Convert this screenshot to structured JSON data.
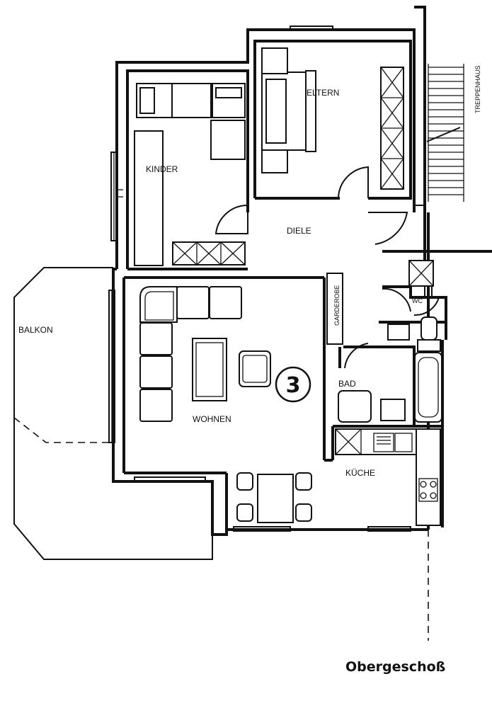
{
  "rooms": {
    "eltern": "ELTERN",
    "kinder": "KINDER",
    "treppenhaus": "TREPPENHAUS",
    "diele": "DIELE",
    "balkon": "BALKON",
    "garderobe": "GARDEROBE",
    "wc": "WC",
    "wohnen": "WOHNEN",
    "bad": "BAD",
    "kueche": "KÜCHE"
  },
  "unit_number": "3",
  "floor_title": "Obergeschoß"
}
